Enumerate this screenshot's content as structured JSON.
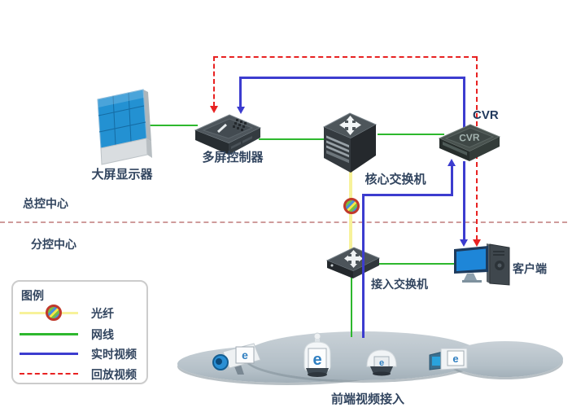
{
  "zones": {
    "master": "总控中心",
    "branch": "分控中心"
  },
  "devices": {
    "display_wall": "大屏显示器",
    "controller": "多屏控制器",
    "core_switch": "核心交换机",
    "cvr_title": "CVR",
    "cvr_device_text": "CVR",
    "access_switch": "接入交换机",
    "client": "客户端",
    "frontend": "前端视频接入"
  },
  "legend": {
    "title": "图例",
    "items": [
      {
        "label": "光纤",
        "style": "fiber"
      },
      {
        "label": "网线",
        "style": "solid-green"
      },
      {
        "label": "实时视频",
        "style": "solid-blue"
      },
      {
        "label": "回放视频",
        "style": "dashed-red"
      }
    ]
  },
  "icons": {
    "camera_logo": "e"
  },
  "colors": {
    "fiber": "#f7f29a",
    "network": "#2eb82e",
    "realtime": "#3c3ccf",
    "playback": "#e82222",
    "divider": "#cf9b9b",
    "label_text": "#32455f"
  }
}
